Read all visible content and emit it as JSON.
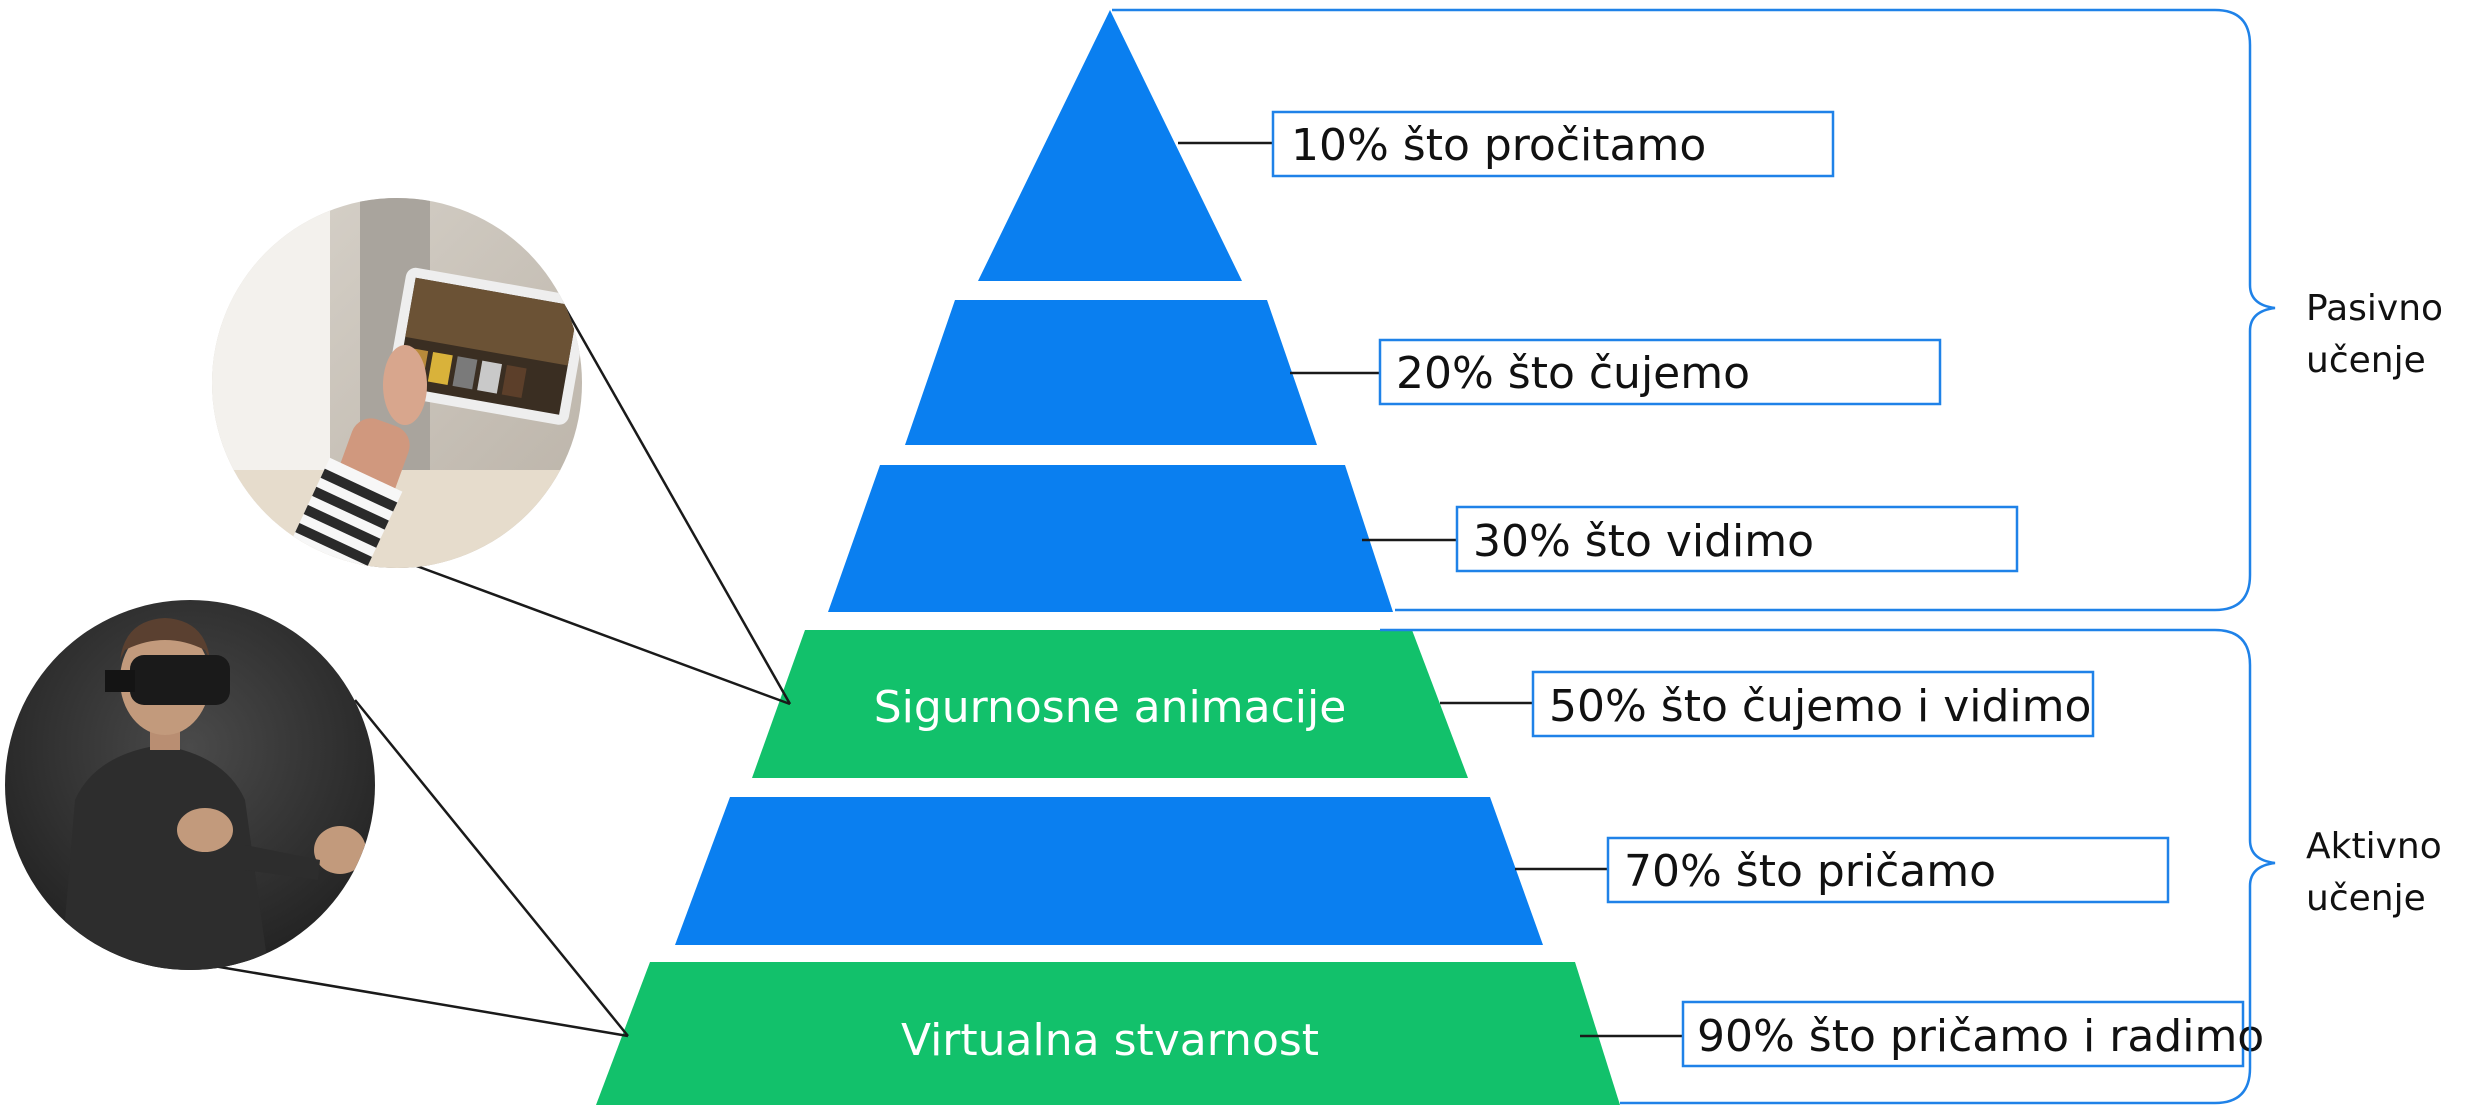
{
  "colors": {
    "blue": "#0a7ff0",
    "green": "#12c16b",
    "box_border": "#1f82e8",
    "bracket": "#1f82e8",
    "line": "#1a1a1a"
  },
  "tiers": [
    {
      "percent_label": "10% što pročitamo",
      "tier_label": "",
      "color": "blue"
    },
    {
      "percent_label": "20% što čujemo",
      "tier_label": "",
      "color": "blue"
    },
    {
      "percent_label": "30% što vidimo",
      "tier_label": "",
      "color": "blue"
    },
    {
      "percent_label": "50% što čujemo i vidimo",
      "tier_label": "Sigurnosne animacije",
      "color": "green"
    },
    {
      "percent_label": "70% što pričamo",
      "tier_label": "",
      "color": "blue"
    },
    {
      "percent_label": "90% što pričamo i radimo",
      "tier_label": "Virtualna stvarnost",
      "color": "green"
    }
  ],
  "groups": {
    "passive": {
      "line1": "Pasivno",
      "line2": "učenje"
    },
    "active": {
      "line1": "Aktivno",
      "line2": "učenje"
    }
  },
  "images": {
    "tablet": "photo-tablet-hand",
    "vr": "photo-vr-headset-man"
  }
}
